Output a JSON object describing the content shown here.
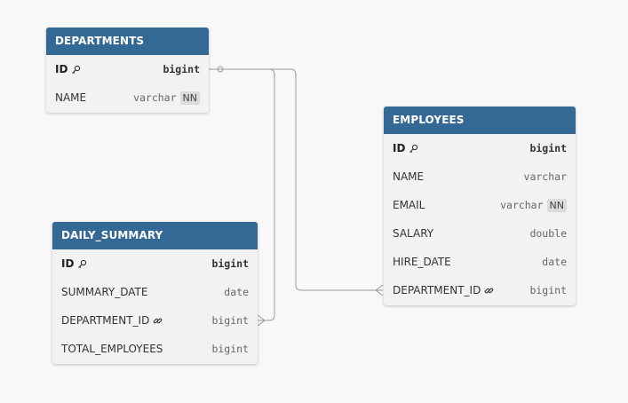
{
  "tables": {
    "departments": {
      "title": "DEPARTMENTS",
      "columns": [
        {
          "name": "ID",
          "type": "bigint",
          "pk": true,
          "icon": "key-icon"
        },
        {
          "name": "NAME",
          "type": "varchar",
          "badge": "NN"
        }
      ]
    },
    "employees": {
      "title": "EMPLOYEES",
      "columns": [
        {
          "name": "ID",
          "type": "bigint",
          "pk": true,
          "icon": "key-icon"
        },
        {
          "name": "NAME",
          "type": "varchar"
        },
        {
          "name": "EMAIL",
          "type": "varchar",
          "badge": "NN"
        },
        {
          "name": "SALARY",
          "type": "double"
        },
        {
          "name": "HIRE_DATE",
          "type": "date"
        },
        {
          "name": "DEPARTMENT_ID",
          "type": "bigint",
          "icon": "link-icon"
        }
      ]
    },
    "daily_summary": {
      "title": "DAILY_SUMMARY",
      "columns": [
        {
          "name": "ID",
          "type": "bigint",
          "pk": true,
          "icon": "key-icon"
        },
        {
          "name": "SUMMARY_DATE",
          "type": "date"
        },
        {
          "name": "DEPARTMENT_ID",
          "type": "bigint",
          "icon": "link-icon"
        },
        {
          "name": "TOTAL_EMPLOYEES",
          "type": "bigint"
        }
      ]
    }
  },
  "colors": {
    "header": "#346996",
    "connector": "#9a9a9a"
  }
}
